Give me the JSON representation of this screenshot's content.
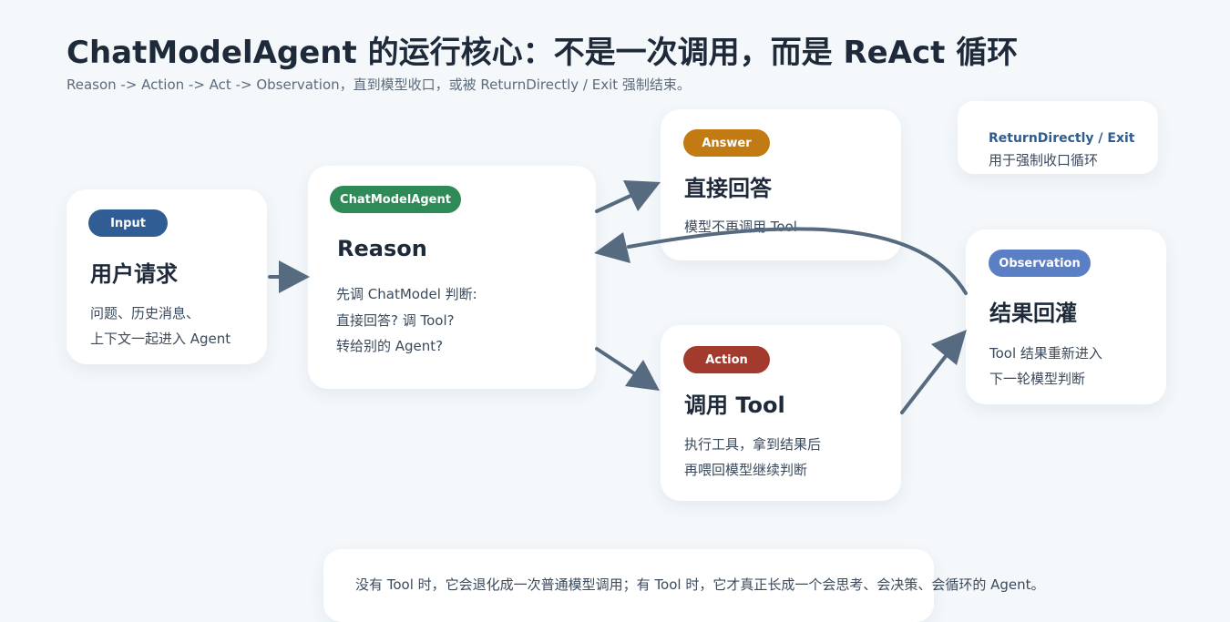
{
  "title": "ChatModelAgent 的运行核心：不是一次调用，而是 ReAct 循环",
  "subtitle": "Reason -> Action -> Act -> Observation，直到模型收口，或被 ReturnDirectly / Exit 强制结束。",
  "nodes": {
    "input": {
      "badge": "Input",
      "badge_color": "#2f5d94",
      "heading": "用户请求",
      "lines": [
        "问题、历史消息、",
        "上下文一起进入 Agent"
      ]
    },
    "reason": {
      "badge": "ChatModelAgent",
      "badge_color": "#2e8a57",
      "heading": "Reason",
      "lines": [
        "先调 ChatModel 判断:",
        "直接回答? 调 Tool?",
        "转给别的 Agent?"
      ]
    },
    "answer": {
      "badge": "Answer",
      "badge_color": "#c27a12",
      "heading": "直接回答",
      "lines": [
        "模型不再调用 Tool"
      ]
    },
    "action": {
      "badge": "Action",
      "badge_color": "#a33a2e",
      "heading": "调用 Tool",
      "lines": [
        "执行工具，拿到结果后",
        "再喂回模型继续判断"
      ]
    },
    "observation": {
      "badge": "Observation",
      "badge_color": "#5b7fc4",
      "heading": "结果回灌",
      "lines": [
        "Tool 结果重新进入",
        "下一轮模型判断"
      ]
    }
  },
  "note": {
    "title": "ReturnDirectly / Exit",
    "body": "用于强制收口循环"
  },
  "footer": "没有 Tool 时，它会退化成一次普通模型调用；有 Tool 时，它才真正长成一个会思考、会决策、会循环的 Agent。",
  "colors": {
    "background": "#f4f8fb",
    "arrow": "#566a80"
  }
}
